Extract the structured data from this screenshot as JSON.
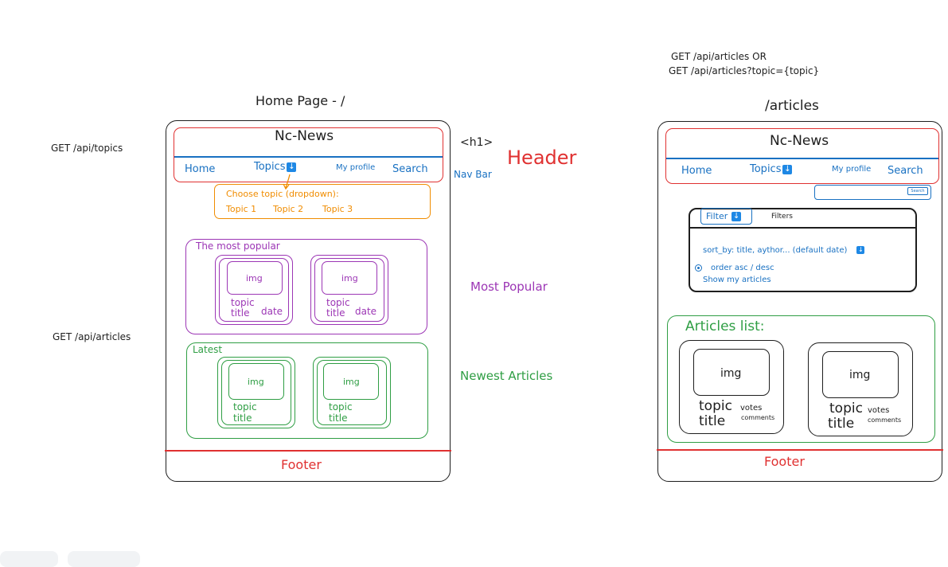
{
  "annotations": {
    "api_topics": "GET /api/topics",
    "api_articles": "GET /api/articles",
    "api_articles_filter_1": "GET /api/articles OR",
    "api_articles_filter_2": "GET /api/articles?topic={topic}",
    "h1": "<h1>",
    "header": "Header",
    "nav_bar": "Nav Bar",
    "most_popular": "Most Popular",
    "newest_articles": "Newest Articles"
  },
  "home": {
    "page_title": "Home Page - /",
    "site_title": "Nc-News",
    "nav": {
      "home": "Home",
      "topics": "Topics",
      "profile": "My profile",
      "search": "Search"
    },
    "dropdown": {
      "label": "Choose topic (dropdown):",
      "topics": [
        "Topic 1",
        "Topic 2",
        "Topic 3"
      ]
    },
    "popular": {
      "label": "The most popular",
      "cards": [
        {
          "img": "img",
          "topic": "topic",
          "title": "title",
          "date": "date"
        },
        {
          "img": "img",
          "topic": "topic",
          "title": "title",
          "date": "date"
        }
      ]
    },
    "latest": {
      "label": "Latest",
      "cards": [
        {
          "img": "img",
          "topic": "topic",
          "title": "title"
        },
        {
          "img": "img",
          "topic": "topic",
          "title": "title"
        }
      ]
    },
    "footer": "Footer"
  },
  "articles": {
    "page_title": "/articles",
    "site_title": "Nc-News",
    "nav": {
      "home": "Home",
      "topics": "Topics",
      "profile": "My profile",
      "search": "Search"
    },
    "search_button": "Search",
    "filter": {
      "button": "Filter",
      "tab": "Filters",
      "sort_by": "sort_by: title, aythor... (default date)",
      "order": "order asc / desc",
      "show_mine": "Show my articles"
    },
    "list": {
      "label": "Articles list:",
      "cards": [
        {
          "img": "img",
          "topic": "topic",
          "title": "title",
          "votes": "votes",
          "comments": "comments"
        },
        {
          "img": "img",
          "topic": "topic",
          "title": "title",
          "votes": "votes",
          "comments": "comments"
        }
      ]
    },
    "footer": "Footer"
  },
  "colors": {
    "red": "#e03131",
    "blue": "#1971c2",
    "orange": "#f08c00",
    "purple": "#9c36b5",
    "green": "#2f9e44",
    "ink": "#1e1e1e"
  }
}
